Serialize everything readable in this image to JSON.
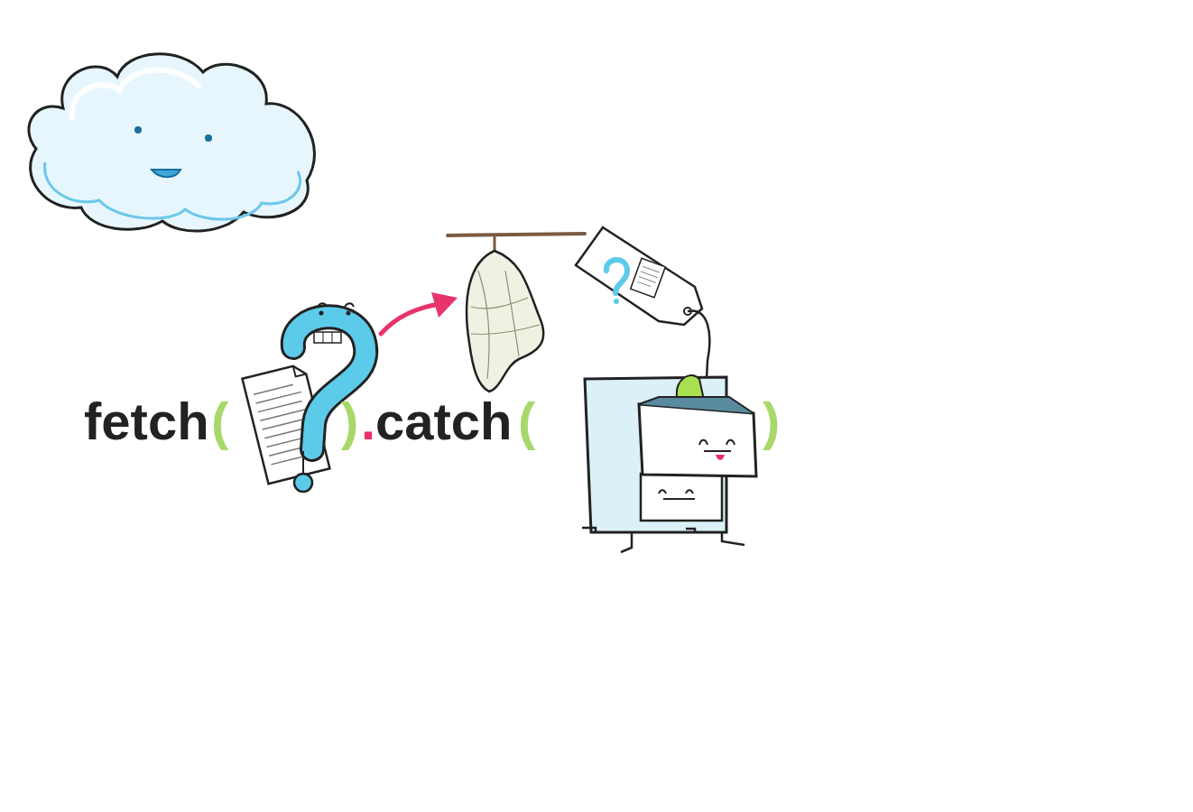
{
  "diagram": {
    "labels": [
      "fetch",
      "(",
      ")",
      ".",
      "catch",
      "(",
      ")"
    ]
  }
}
